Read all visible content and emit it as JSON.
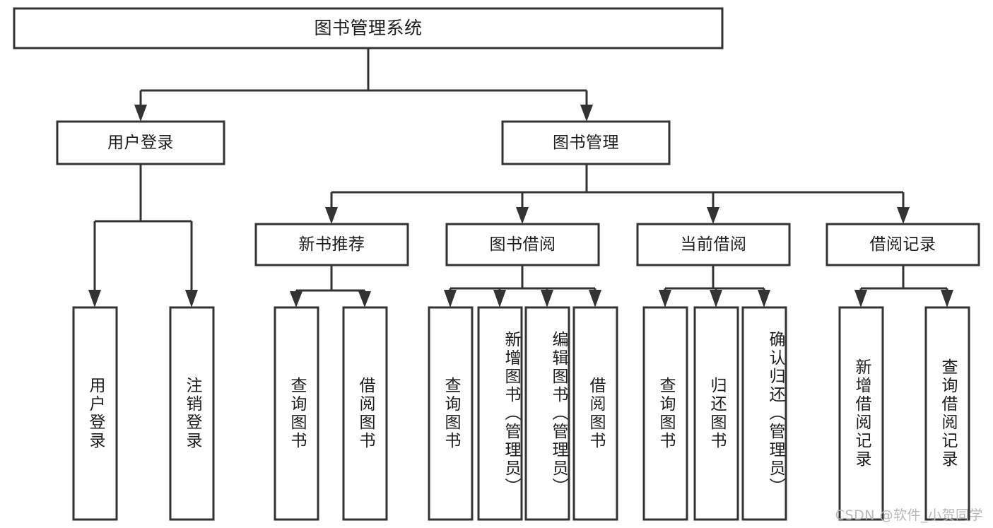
{
  "diagram": {
    "title": "图书管理系统",
    "type": "tree",
    "watermark": "CSDN @软件_小贺同学",
    "colors": {
      "stroke": "#333333",
      "fill": "#ffffff",
      "text": "#1c1c1c",
      "watermark": "#b9b9b9",
      "background": "#ffffff"
    },
    "levels": {
      "root": {
        "label": "图书管理系统"
      },
      "level2": [
        {
          "label": "用户登录"
        },
        {
          "label": "图书管理"
        }
      ],
      "level3": [
        {
          "label": "新书推荐"
        },
        {
          "label": "图书借阅"
        },
        {
          "label": "当前借阅"
        },
        {
          "label": "借阅记录"
        }
      ],
      "leaves": {
        "user_login": [
          {
            "label": "用户登录"
          },
          {
            "label": "注销登录"
          }
        ],
        "new_book_recommend": [
          {
            "label": "查询图书"
          },
          {
            "label": "借阅图书"
          }
        ],
        "book_borrow": [
          {
            "label": "查询图书"
          },
          {
            "label": "新增图书（管理员）"
          },
          {
            "label": "编辑图书（管理员）"
          },
          {
            "label": "借阅图书"
          }
        ],
        "current_borrow": [
          {
            "label": "查询图书"
          },
          {
            "label": "归还图书"
          },
          {
            "label": "确认归还（管理员）"
          }
        ],
        "borrow_record": [
          {
            "label": "新增借阅记录"
          },
          {
            "label": "查询借阅记录"
          }
        ]
      }
    }
  }
}
